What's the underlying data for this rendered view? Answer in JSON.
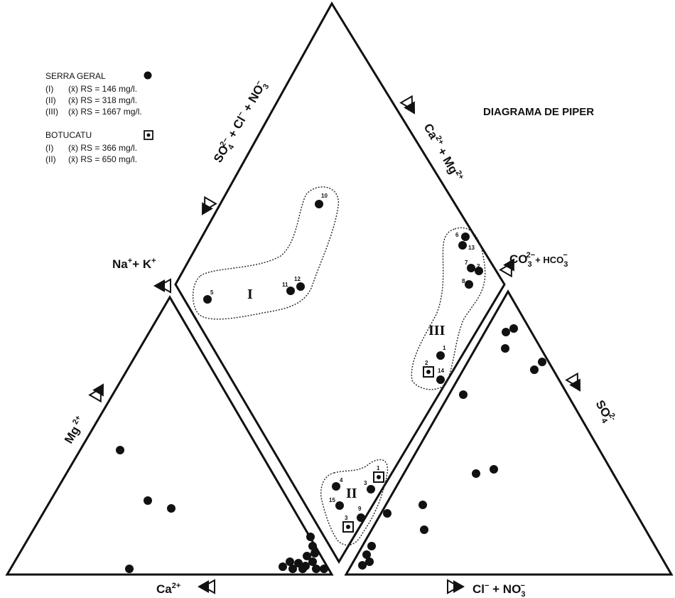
{
  "title": "DIAGRAMA DE PIPER",
  "legend": {
    "serra_geral": {
      "name": "SERRA GERAL",
      "symbol": "filled-circle",
      "entries": [
        {
          "group": "(I)",
          "text": "(x̄) RS = 146 mg/l."
        },
        {
          "group": "(II)",
          "text": "(x̄) RS = 318 mg/l."
        },
        {
          "group": "(III)",
          "text": "(x̄) RS = 1667 mg/l."
        }
      ]
    },
    "botucatu": {
      "name": "BOTUCATU",
      "symbol": "boxed-dot",
      "entries": [
        {
          "group": "(I)",
          "text": "(x̄) RS = 366 mg/l."
        },
        {
          "group": "(II)",
          "text": "(x̄) RS = 650 mg/l."
        }
      ]
    }
  },
  "axes": {
    "so4_cl_no3": {
      "a": "SO",
      "a_sub": "4",
      "a_sup": "2−",
      "b": " + Cl",
      "b_sup": "−",
      "c": " + NO",
      "c_sub": "3",
      "c_sup": "−"
    },
    "ca_mg": {
      "a": "Ca",
      "a_sup": "2+",
      "b": " + Mg",
      "b_sup": "2+"
    },
    "na_k": {
      "a": "Na",
      "a_sup": "+",
      "b": "+ K",
      "b_sup": "+"
    },
    "co3_hco3": {
      "a": "CO",
      "a_sub": "3",
      "a_sup": "2−",
      "b": "+ HCO",
      "b_sub": "3",
      "b_sup": "−"
    },
    "mg": {
      "a": "Mg",
      "a_sup": " 2+"
    },
    "so4": {
      "a": "SO",
      "a_sub": "4",
      "a_sup": "2-"
    },
    "ca": {
      "a": "Ca",
      "a_sup": "2+"
    },
    "cl_no3": {
      "a": "Cl",
      "a_sup": "−",
      "b": " + NO",
      "b_sub": "3",
      "b_sup": "−"
    }
  },
  "groups": {
    "g1": "I",
    "g2": "II",
    "g3": "III"
  },
  "point_labels": [
    "5",
    "11",
    "12",
    "10",
    "6",
    "13",
    "7",
    "2",
    "8",
    "1",
    "2",
    "14",
    "4",
    "15",
    "3",
    "9",
    "1",
    "3"
  ]
}
